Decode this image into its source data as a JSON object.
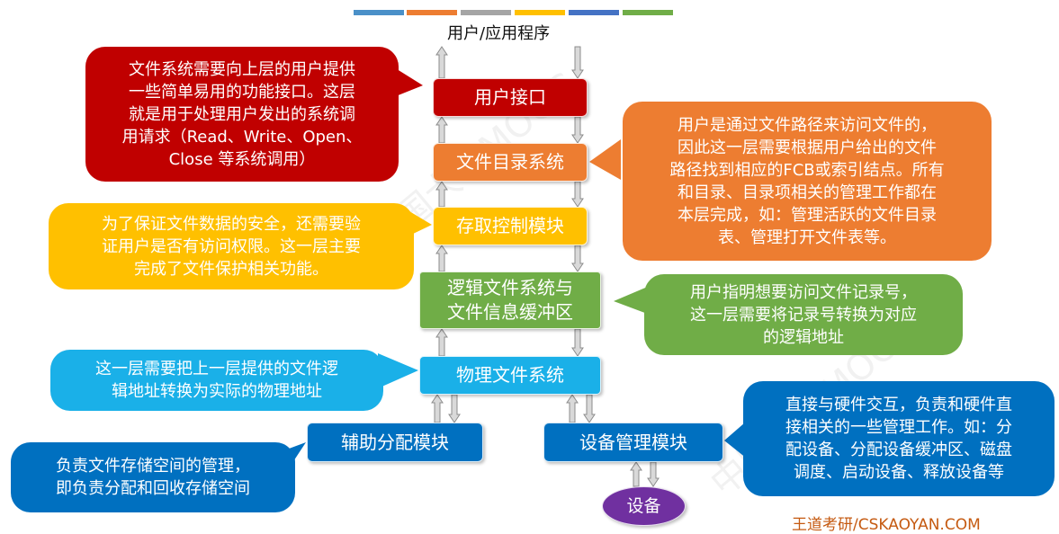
{
  "top_label": "用户/应用程序",
  "credit": "王道考研/CSKAOYAN.COM",
  "header_stripe_colors": [
    "#4a90c8",
    "#ed7d31",
    "#a5a5a5",
    "#ffc000",
    "#4472c4",
    "#70ad47"
  ],
  "layers": {
    "user_interface": "用户接口",
    "file_directory": "文件目录系统",
    "access_control": "存取控制模块",
    "logical_fs": "逻辑文件系统与\n文件信息缓冲区",
    "physical_fs": "物理文件系统",
    "aux_alloc": "辅助分配模块",
    "device_mgmt": "设备管理模块",
    "device": "设备"
  },
  "callouts": {
    "user_interface": "文件系统需要向上层的用户提供\n一些简单易用的功能接口。这层\n就是用于处理用户发出的系统调\n用请求（Read、Write、Open、\nClose 等系统调用）",
    "file_directory": "用户是通过文件路径来访问文件的，\n因此这一层需要根据用户给出的文件\n路径找到相应的FCB或索引结点。所有\n和目录、目录项相关的管理工作都在\n本层完成，如：管理活跃的文件目录\n表、管理打开文件表等。",
    "access_control": "为了保证文件数据的安全，还需要验\n证用户是否有访问权限。这一层主要\n完成了文件保护相关功能。",
    "logical_fs": "用户指明想要访问文件记录号，\n这一层需要将记录号转换为对应\n的逻辑地址",
    "physical_fs": "这一层需要把上一层提供的文件逻\n辑地址转换为实际的物理地址",
    "aux_alloc": "负责文件存储空间的管理，\n即负责分配和回收存储空间",
    "device_mgmt": "直接与硬件交互，负责和硬件直\n接相关的一些管理工作。如：分\n配设备、分配设备缓冲区、磁盘\n调度、启动设备、释放设备等"
  },
  "colors": {
    "red": "#c00000",
    "orange": "#ed7d31",
    "yellow": "#ffc000",
    "green": "#70ad47",
    "cyan": "#1ab0e8",
    "blue": "#0070c0",
    "purple": "#7030a0",
    "arrow": "#d9d9d9",
    "credit": "#c55a11"
  }
}
